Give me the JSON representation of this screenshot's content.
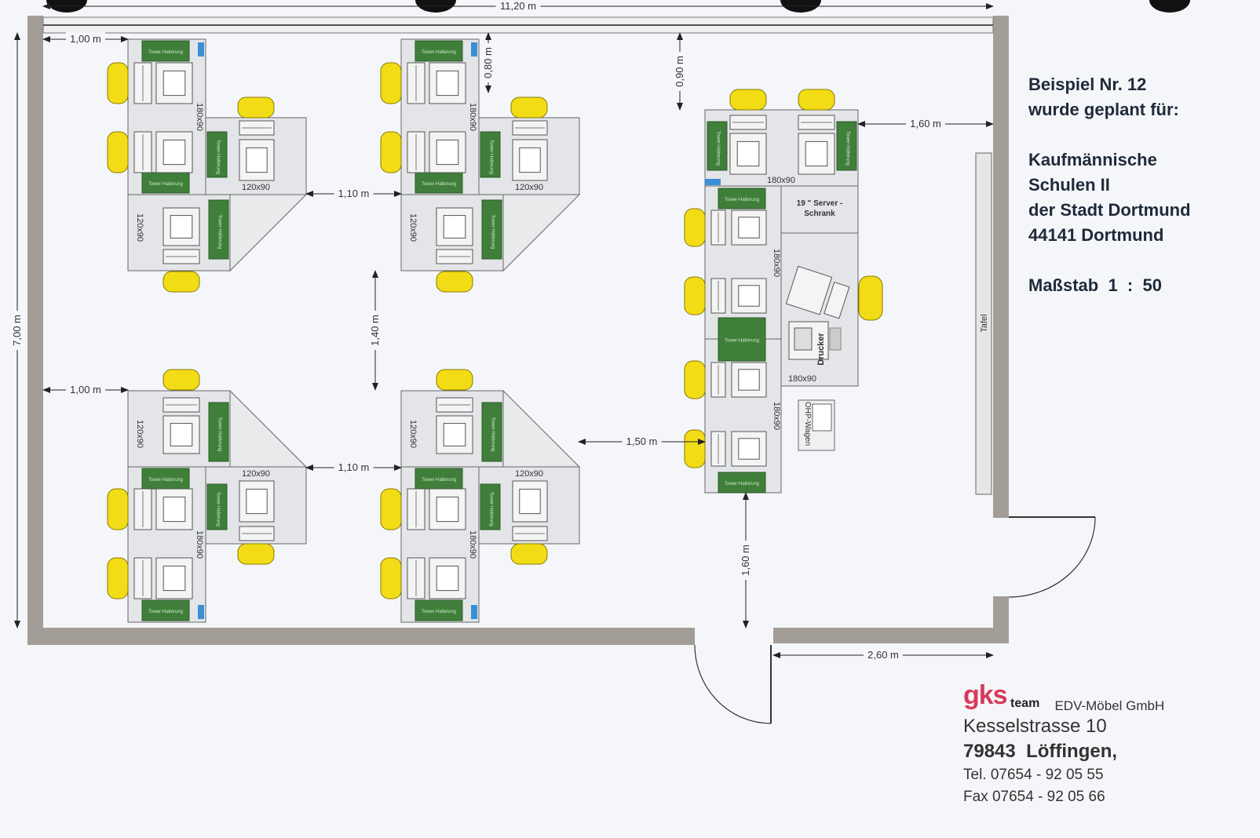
{
  "dimensions": {
    "width_total": "11,20 m",
    "height_total": "7,00 m",
    "left_top": "1,00 m",
    "top_gap_a": "0,80 m",
    "top_gap_b": "0,90 m",
    "right_gap": "1,60 m",
    "mid_gap_top": "1,10 m",
    "vertical_gap": "1,40 m",
    "left_bottom": "1,00 m",
    "mid_gap_bottom": "1,10 m",
    "cluster_gap": "1,50 m",
    "bottom_gap": "1,60 m",
    "door_dist": "2,60 m"
  },
  "furniture": {
    "desk_180": "180x90",
    "desk_120": "120x90",
    "tower": "Tower-Halterung",
    "server_line1": "19 \" Server -",
    "server_line2": "Schrank",
    "printer": "Drucker",
    "ohp": "OHP-Wagen",
    "board": "Tafel"
  },
  "info": {
    "line1": "Beispiel Nr. 12",
    "line2": "wurde geplant für:",
    "line3": "Kaufmännische",
    "line4": "Schulen II",
    "line5": "der Stadt Dortmund",
    "line6": "44141 Dortmund",
    "scale": "Maßstab  1  :  50"
  },
  "company": {
    "logo_main": "gks",
    "logo_sub": "team",
    "name": "EDV-Möbel GmbH",
    "street": "Kesselstrasse 10",
    "city": "79843  Löffingen,",
    "tel": "Tel. 07654 - 92 05 55",
    "fax": "Fax 07654 - 92 05 66"
  },
  "colors": {
    "wall": "#a39d97",
    "desk": "#e4e5e8",
    "tower": "#3f7f3a",
    "chair": "#f2dc16",
    "blue": "#3a8fd8"
  }
}
